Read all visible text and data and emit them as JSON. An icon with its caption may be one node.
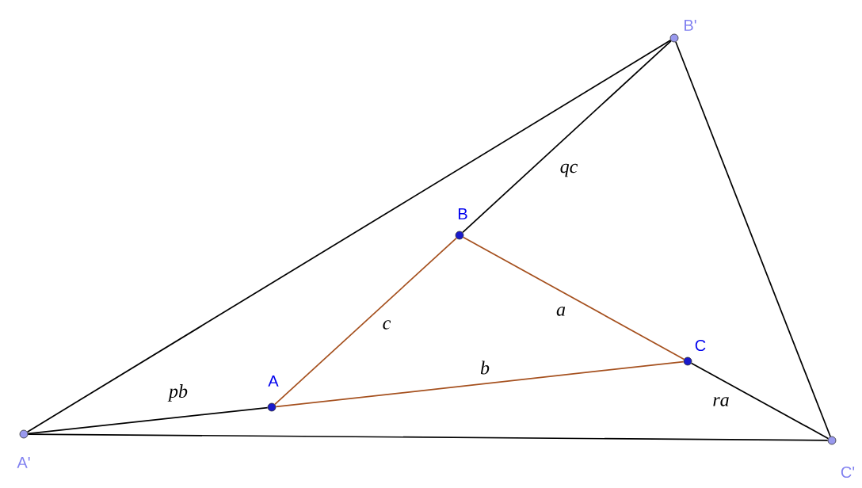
{
  "diagram": {
    "nodes": [
      {
        "text": [],
        "shape": "circle",
        "beside": [
          "B'"
        ]
      },
      {
        "text": [],
        "shape": "circle",
        "beside": [
          "B"
        ]
      },
      {
        "text": [],
        "shape": "circle",
        "beside": [
          "C"
        ]
      },
      {
        "text": [],
        "shape": "circle",
        "beside": [
          "A"
        ]
      },
      {
        "text": [],
        "shape": "circle",
        "beside": [
          "A'"
        ]
      },
      {
        "text": [],
        "shape": "circle",
        "beside": [
          "C'"
        ]
      }
    ],
    "edges": [
      {
        "from": 4,
        "to": 0,
        "arrow": "none"
      },
      {
        "from": 0,
        "to": 5,
        "arrow": "none"
      },
      {
        "from": 5,
        "to": 4,
        "arrow": "none"
      },
      {
        "from": 4,
        "to": 3,
        "arrow": "none",
        "label": "pb"
      },
      {
        "from": 1,
        "to": 0,
        "arrow": "none",
        "label": "qc"
      },
      {
        "from": 2,
        "to": 5,
        "arrow": "none",
        "label": "ra"
      },
      {
        "from": 3,
        "to": 1,
        "arrow": "none",
        "label": "c",
        "color": "#a5501e"
      },
      {
        "from": 1,
        "to": 2,
        "arrow": "none",
        "label": "a",
        "color": "#a5501e"
      },
      {
        "from": 2,
        "to": 3,
        "arrow": "none",
        "label": "b",
        "color": "#a5501e"
      }
    ]
  }
}
